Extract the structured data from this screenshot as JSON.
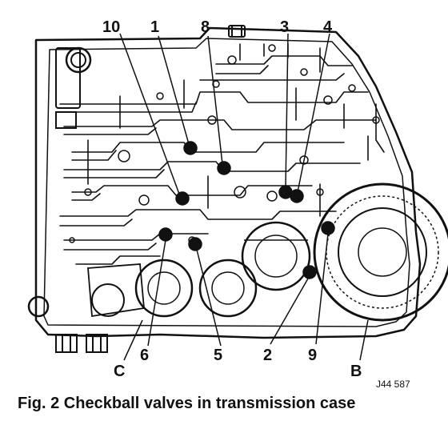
{
  "figure": {
    "caption": "Fig. 2  Checkball valves in transmission case",
    "reference_code": "J44 587",
    "callouts": [
      "10",
      "1",
      "8",
      "3",
      "4",
      "6",
      "5",
      "2",
      "9",
      "C",
      "B"
    ]
  },
  "colors": {
    "ink": "#111111",
    "paper": "#ffffff",
    "checkball": "#111111"
  }
}
